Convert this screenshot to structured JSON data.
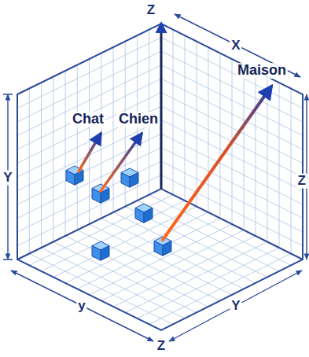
{
  "diagram": {
    "labels": [
      "Z",
      "X",
      "Maison",
      "Chat",
      "Chien",
      "Y",
      "Z",
      "y",
      "Y",
      "Z"
    ]
  }
}
